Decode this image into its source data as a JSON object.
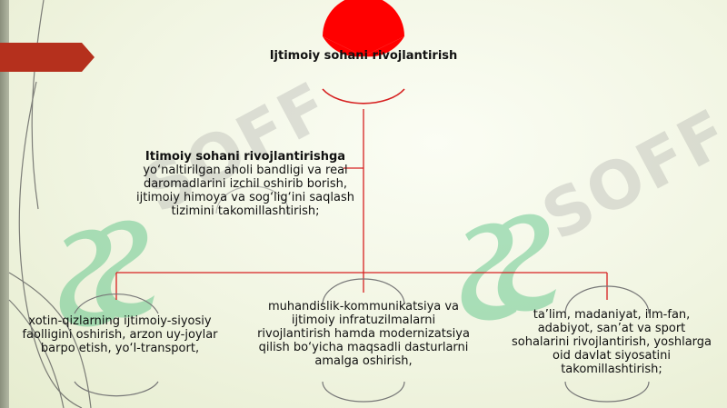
{
  "root": {
    "title": "Ijtimoiy sohani rivojlantirish"
  },
  "intro": {
    "bold": "Itimoiy sohani rivojlantirishga",
    "rest": " yo‘naltirilgan aholi bandligi va real daromadlarini izchil oshirib borish, ijtimoiy himoya va sog‘lig‘ini saqlash tizimini takomillashtirish;"
  },
  "children": [
    "xotin-qizlarning ijtimoiy-siyosiy faolligini oshirish, arzon uy-joylar barpo etish, yo‘l-transport,",
    "muhandislik-kommunikatsiya va ijtimoiy infratuzilmalarni rivojlantirish hamda modernizatsiya qilish bo‘yicha maqsadli dasturlarni amalga oshirish,",
    "ta’lim, madaniyat, ilm-fan, adabiyot, san’at va sport sohalarini rivojlantirish, yoshlarga oid davlat siyosatini takomillashtirish;"
  ],
  "watermark": {
    "text": "SOFF"
  },
  "colors": {
    "accent_red": "#ff0000",
    "connector": "#d62020",
    "arrow": "#b5301d",
    "watermark_green": "#33b868"
  }
}
